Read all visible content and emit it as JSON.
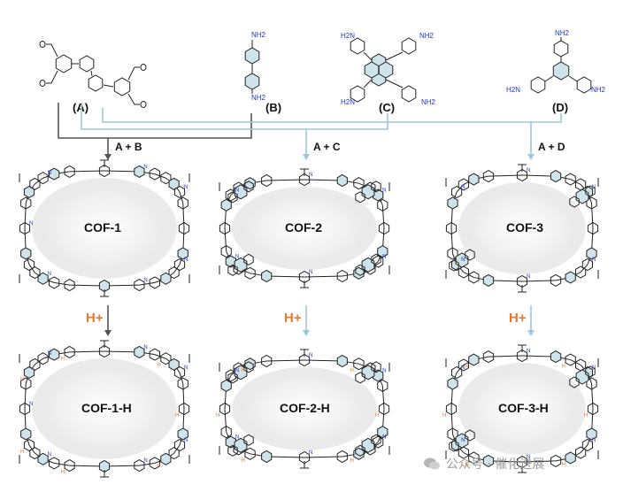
{
  "monomers": [
    {
      "key": "A",
      "label": "(A)"
    },
    {
      "key": "B",
      "label": "(B)",
      "group": "NH2"
    },
    {
      "key": "C",
      "label": "(C)",
      "group": "H2N"
    },
    {
      "key": "D",
      "label": "(D)"
    }
  ],
  "amine_labels": {
    "nh2": "NH2",
    "h2n": "H2N"
  },
  "reactions": [
    "A + B",
    "A + C",
    "A + D"
  ],
  "protonation_label": "H+",
  "frameworks": [
    {
      "name": "COF-1",
      "protonated": "COF-1-H"
    },
    {
      "name": "COF-2",
      "protonated": "COF-2-H"
    },
    {
      "name": "COF-3",
      "protonated": "COF-3-H"
    }
  ],
  "watermark": "公众号 · 催化进展",
  "colors": {
    "amine_text": "#2233cc",
    "proton": "#e8762c",
    "line_dark": "#555555",
    "line_light": "#9cc6e0",
    "ring_fill": "#cfe3ea",
    "bond": "#222222"
  }
}
